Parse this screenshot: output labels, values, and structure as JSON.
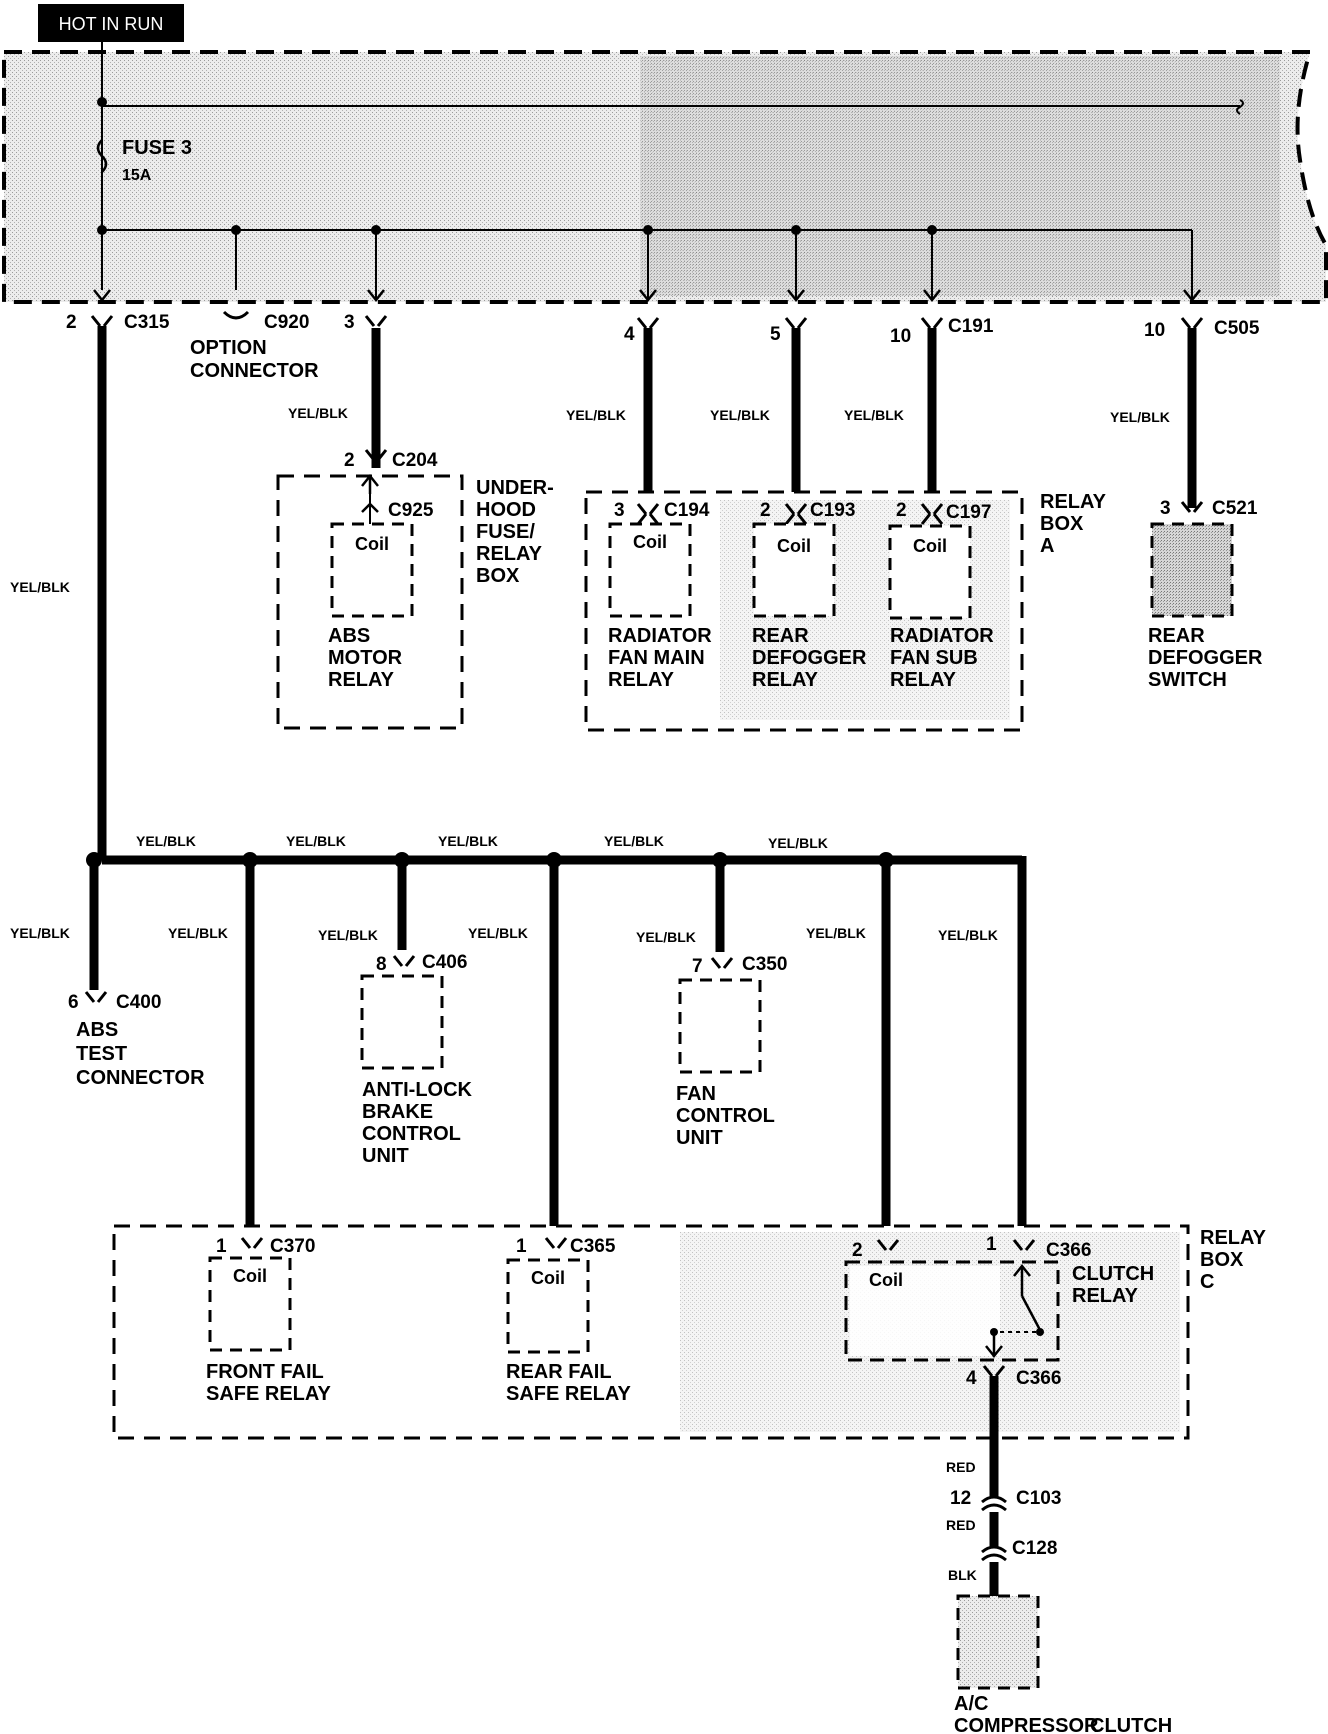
{
  "header": {
    "label": "HOT IN RUN"
  },
  "fuse": {
    "name": "FUSE 3",
    "rating": "15A"
  },
  "wires": {
    "yel_blk": "YEL/BLK",
    "red": "RED",
    "blk": "BLK"
  },
  "connectors": {
    "c315": {
      "pin": "2",
      "id": "C315"
    },
    "c920": {
      "id": "C920",
      "label_line1": "OPTION",
      "label_line2": "CONNECTOR"
    },
    "c920_pin": {
      "pin": "3"
    },
    "c204": {
      "pin": "2",
      "id": "C204"
    },
    "c925": {
      "id": "C925"
    },
    "c_pin4": {
      "pin": "4"
    },
    "c_pin5": {
      "pin": "5"
    },
    "c191": {
      "pin": "10",
      "id": "C191"
    },
    "c505": {
      "pin": "10",
      "id": "C505"
    },
    "c194": {
      "pin": "3",
      "id": "C194"
    },
    "c193": {
      "pin": "2",
      "id": "C193"
    },
    "c197": {
      "pin": "2",
      "id": "C197"
    },
    "c521": {
      "pin": "3",
      "id": "C521"
    },
    "c400": {
      "pin": "6",
      "id": "C400"
    },
    "c406": {
      "pin": "8",
      "id": "C406"
    },
    "c350": {
      "pin": "7",
      "id": "C350"
    },
    "c370": {
      "pin": "1",
      "id": "C370"
    },
    "c365": {
      "pin": "1",
      "id": "C365"
    },
    "c366_a": {
      "pin": "2"
    },
    "c366_b": {
      "pin": "1",
      "id": "C366"
    },
    "c366_c": {
      "pin": "4",
      "id": "C366"
    },
    "c103": {
      "pin": "12",
      "id": "C103"
    },
    "c128": {
      "id": "C128"
    }
  },
  "coil_label": "Coil",
  "components": {
    "underhood_box": [
      "UNDER-",
      "HOOD",
      "FUSE/",
      "RELAY",
      "BOX"
    ],
    "abs_motor_relay": [
      "ABS",
      "MOTOR",
      "RELAY"
    ],
    "relay_box_a": [
      "RELAY",
      "BOX",
      "A"
    ],
    "radiator_main": [
      "RADIATOR",
      "FAN MAIN",
      "RELAY"
    ],
    "rear_defogger_relay": [
      "REAR",
      "DEFOGGER",
      "RELAY"
    ],
    "radiator_sub": [
      "RADIATOR",
      "FAN SUB",
      "RELAY"
    ],
    "rear_defogger_switch": [
      "REAR",
      "DEFOGGER",
      "SWITCH"
    ],
    "abs_test": [
      "ABS",
      "TEST",
      "CONNECTOR"
    ],
    "anti_lock": [
      "ANTI-LOCK",
      "BRAKE",
      "CONTROL",
      "UNIT"
    ],
    "fan_control": [
      "FAN",
      "CONTROL",
      "UNIT"
    ],
    "relay_box_c": [
      "RELAY",
      "BOX",
      "C"
    ],
    "clutch_relay": [
      "CLUTCH",
      "RELAY"
    ],
    "front_fail": [
      "FRONT FAIL",
      "SAFE RELAY"
    ],
    "rear_fail": [
      "REAR FAIL",
      "SAFE RELAY"
    ],
    "ac_clutch": [
      "A/C",
      "COMPRESSOR",
      "CLUTCH"
    ]
  },
  "colors": {
    "ink": "#000000",
    "shade": "#d9d9d9",
    "paper": "#ffffff"
  }
}
